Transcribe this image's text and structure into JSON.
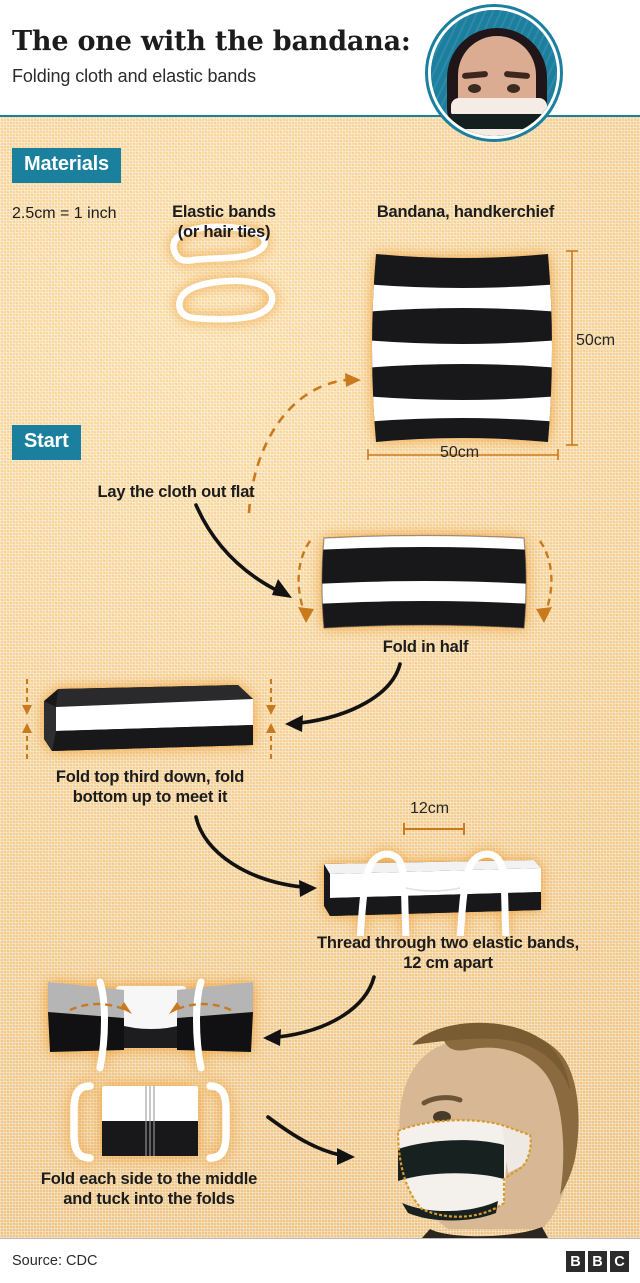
{
  "header": {
    "title": "The one with the bandana:",
    "subtitle": "Folding cloth and elastic bands",
    "portrait_alt": "woman-wearing-bandana-mask"
  },
  "colors": {
    "teal": "#1b7f9e",
    "canvas": "#f3cf94",
    "accent_orange": "#c97a1e",
    "ink": "#1c1c1c",
    "white": "#ffffff",
    "black": "#18181a"
  },
  "sections": {
    "materials_badge": "Materials",
    "start_badge": "Start"
  },
  "materials": {
    "scale_note": "2.5cm = 1 inch",
    "elastic_label_line1": "Elastic bands",
    "elastic_label_line2": "(or hair ties)",
    "bandana_label": "Bandana, handkerchief",
    "bandana_width": "50cm",
    "bandana_height": "50cm"
  },
  "steps": [
    {
      "id": "lay-flat",
      "caption": "Lay the cloth out flat"
    },
    {
      "id": "fold-half",
      "caption": "Fold in half"
    },
    {
      "id": "fold-third",
      "caption_line1": "Fold top third down, fold",
      "caption_line2": "bottom up to meet it"
    },
    {
      "id": "thread",
      "caption_line1": "Thread through two elastic bands,",
      "caption_line2": "12 cm apart",
      "measure": "12cm"
    },
    {
      "id": "fold-sides",
      "caption_line1": "Fold each side to the middle",
      "caption_line2": "and tuck into the folds"
    }
  ],
  "footer": {
    "source": "Source: CDC",
    "logo": [
      "B",
      "B",
      "C"
    ]
  }
}
